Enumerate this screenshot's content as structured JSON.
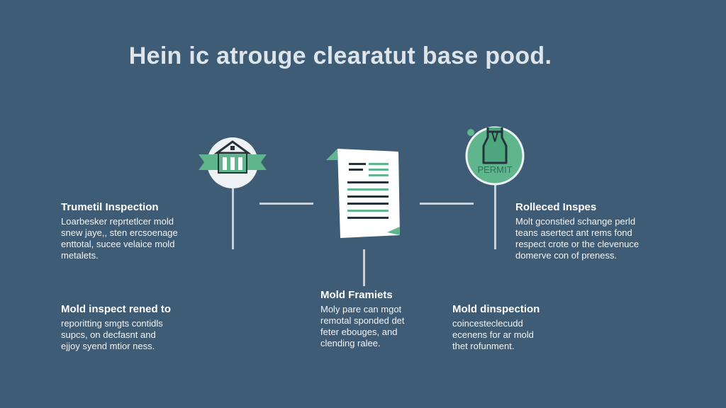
{
  "title": "Hein ic atrouge clearatut base pood.",
  "icons": {
    "left": "house-icon",
    "center": "document-icon",
    "right": "bottle-icon"
  },
  "permit_label": "PERMIT",
  "steps": [
    {
      "heading": "Trumetil Inspection",
      "body": "Loarbesker reprtetlcer mold\nsnew jaye,, sten ercsoenage\nenttotal, sucee velaice mold\nmetalets."
    },
    {
      "heading": "Rolleced Inspes",
      "body": "Molt gconstied schange perld\nteans asertect ant rems fond\nrespect crote or the clevenuce\ndomerve con of preness."
    },
    {
      "heading": "Mold inspect rened to",
      "body": "reporitting smgts contidls\nsupcs, on decfasnt and\nejjoy syend mtior ness."
    },
    {
      "heading": "Mold Framiets",
      "body": "Moly pare can mgot\nremotal sponded det\nfeter ebouges, and\nclending ralee."
    },
    {
      "heading": "Mold dinspection",
      "body": "coincesteclecudd\necenens for ar mold\nthet rofunment."
    }
  ],
  "colors": {
    "background": "#3f5c76",
    "accent": "#5fb58c",
    "accent_dark": "#2f6f5b",
    "line": "#c7d0d8"
  }
}
